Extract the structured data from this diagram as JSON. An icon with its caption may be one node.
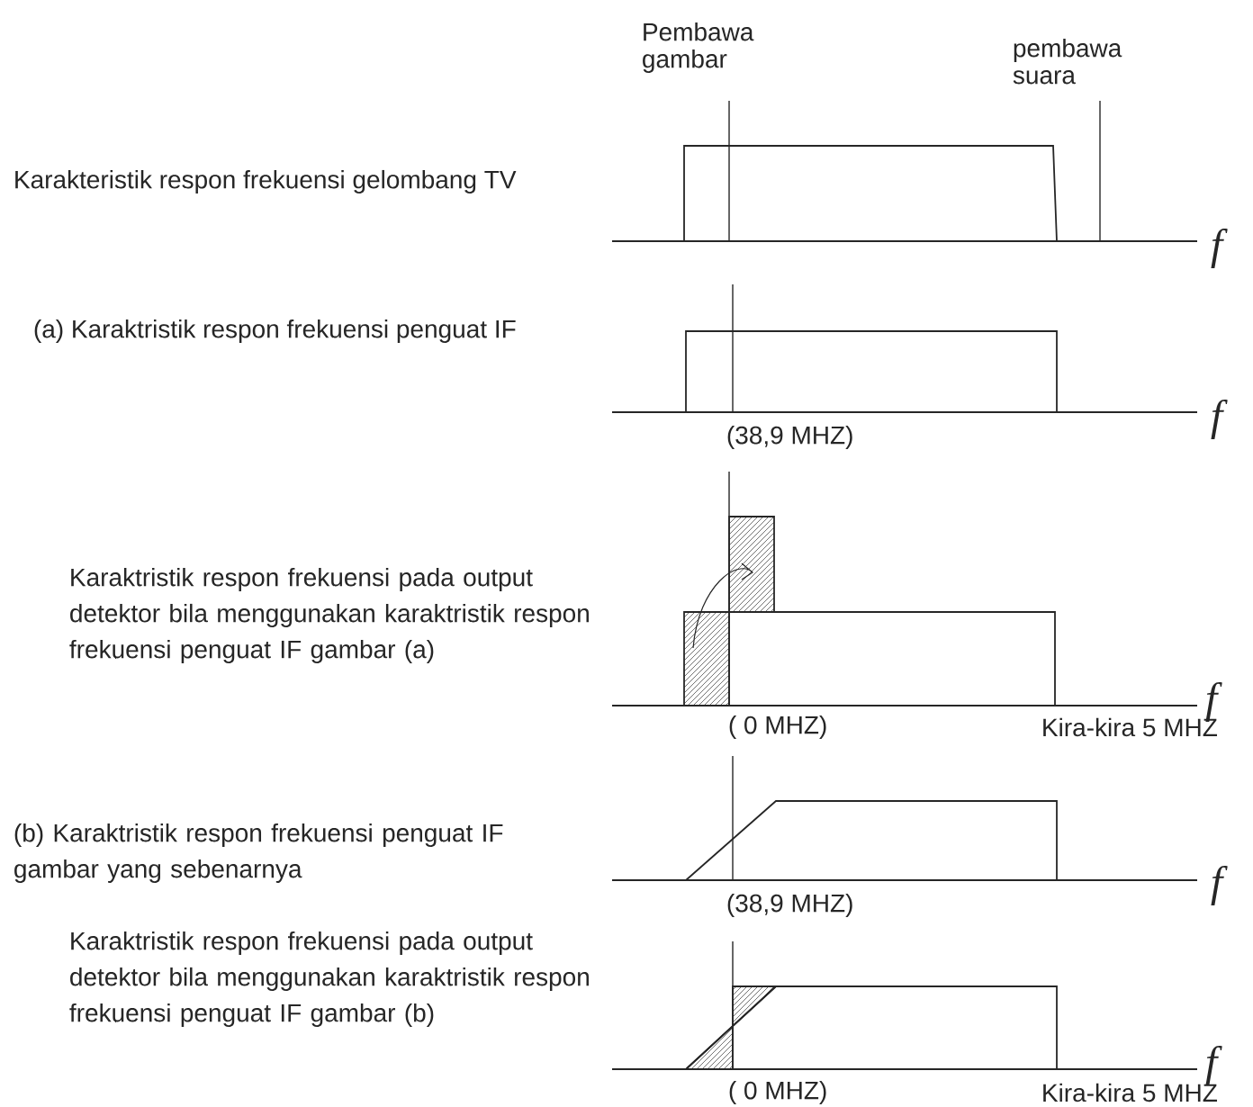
{
  "diagram": {
    "labels": [
      "Pembawa gambar",
      "pembawa suara",
      "Karakteristik respon frekuensi gelombang TV",
      "f",
      "(a) Karaktristik respon frekuensi penguat IF",
      "f",
      "(38,9 MHZ)",
      "Karaktristik respon frekuensi pada output detektor bila menggunakan karaktristik respon frekuensi penguat IF gambar (a)",
      "f",
      "( 0 MHZ)",
      "Kira-kira 5 MHZ",
      "(b) Karaktristik respon frekuensi penguat IF gambar yang sebenarnya",
      "f",
      "(38,9 MHZ)",
      "Karaktristik respon frekuensi pada output detektor bila menggunakan karaktristik respon frekuensi penguat IF gambar (b)",
      "f",
      "( 0 MHZ)",
      "Kira-kira 5 MHZ"
    ]
  }
}
